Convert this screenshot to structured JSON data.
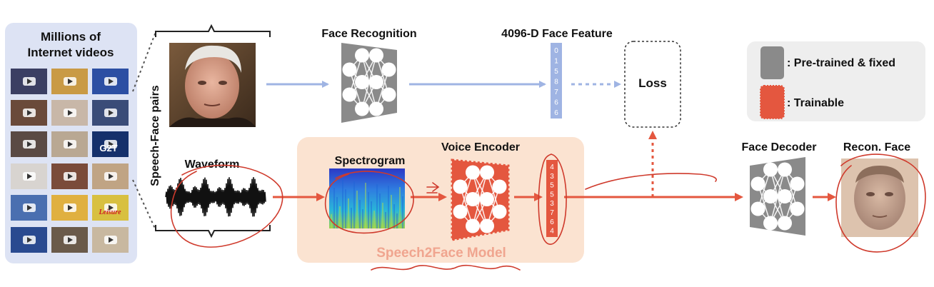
{
  "videos_panel": {
    "title_line1": "Millions of",
    "title_line2": "Internet videos",
    "thumb_text_1": "G2T",
    "thumb_text_2": "Leisure"
  },
  "pairs_label": "Speech-Face pairs",
  "face_recognition": {
    "label": "Face Recognition"
  },
  "face_feature": {
    "label": "4096-D Face Feature",
    "digits": [
      "0",
      "1",
      "5",
      "8",
      "7",
      "6",
      "6"
    ]
  },
  "loss": {
    "label": "Loss"
  },
  "legend": {
    "pretrained_label": ": Pre-trained & fixed",
    "trainable_label": ": Trainable"
  },
  "waveform": {
    "label": "Waveform"
  },
  "spectrogram": {
    "label": "Spectrogram"
  },
  "voice_encoder": {
    "label": "Voice Encoder"
  },
  "voice_feature": {
    "digits": [
      "4",
      "3",
      "5",
      "5",
      "3",
      "7",
      "6",
      "4"
    ]
  },
  "model": {
    "label": "Speech2Face Model"
  },
  "face_decoder": {
    "label": "Face Decoder"
  },
  "recon_face": {
    "label": "Recon. Face"
  },
  "colors": {
    "blue_arrow": "#9fb4e3",
    "red_arrow": "#e4573f",
    "annotation_red": "#cf3a2c",
    "model_bg": "#fbe3d1",
    "panel_bg": "#dde3f4",
    "legend_bg": "#eeeeee",
    "gray_block": "#8a8a8a"
  }
}
